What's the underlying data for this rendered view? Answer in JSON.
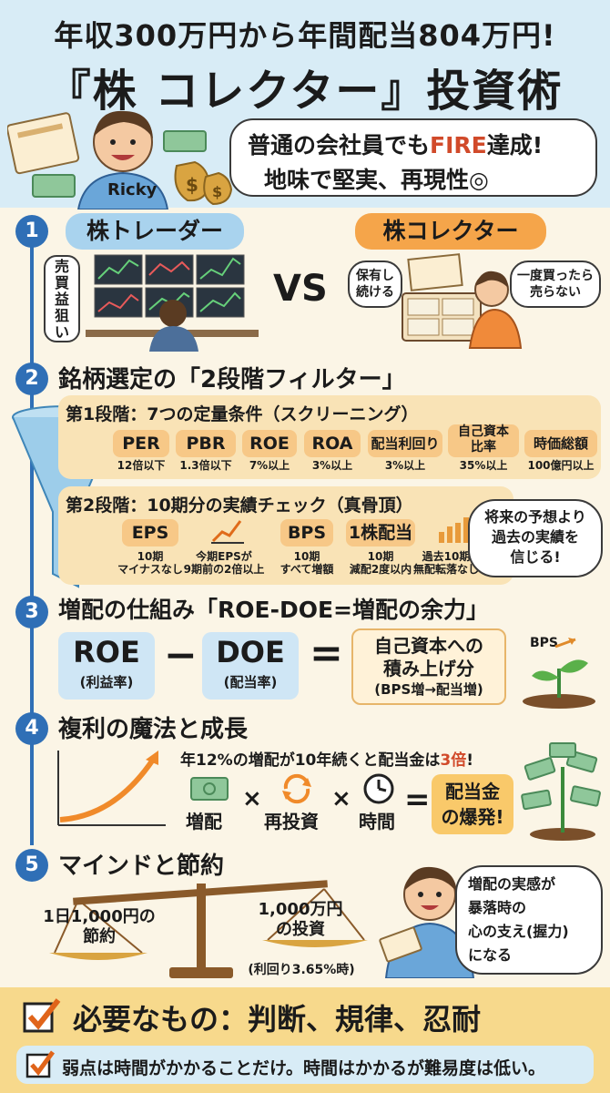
{
  "header": {
    "title_line1": "年収300万円から年間配当804万円!",
    "title_line2": "『株 コレクター』投資術",
    "character_name": "Ricky",
    "bubble_line1_a": "普通の会社員でも",
    "bubble_line1_fire": "FIRE",
    "bubble_line1_b": "達成!",
    "bubble_line2": "地味で堅実、再現性◎"
  },
  "section1": {
    "number": "1",
    "trader_label": "株トレーダー",
    "collector_label": "株コレクター",
    "vs": "VS",
    "trader_bubble": [
      "売",
      "買",
      "益",
      "狙",
      "い"
    ],
    "collector_bubble_left": [
      "保有し",
      "続ける"
    ],
    "collector_bubble_right": [
      "一度買ったら",
      "売らない"
    ]
  },
  "section2": {
    "number": "2",
    "title": "銘柄選定の「2段階フィルター」",
    "stage1_title": "第1段階：7つの定量条件（スクリーニング）",
    "stage1_items": [
      {
        "name": "PER",
        "cond": "12倍以下"
      },
      {
        "name": "PBR",
        "cond": "1.3倍以下"
      },
      {
        "name": "ROE",
        "cond": "7%以上"
      },
      {
        "name": "ROA",
        "cond": "3%以上"
      },
      {
        "name": "配当利回り",
        "cond": "3%以上"
      },
      {
        "name": "自己資本\n比率",
        "cond": "35%以上"
      },
      {
        "name": "時価総額",
        "cond": "100億円以上"
      }
    ],
    "stage2_title": "第2段階：10期分の実績チェック（真骨頂）",
    "stage2_items": [
      {
        "name": "EPS",
        "cond": "10期\nマイナスなし"
      },
      {
        "name": "",
        "cond": "今期EPSが\n9期前の2倍以上"
      },
      {
        "name": "BPS",
        "cond": "10期\nすべて増額"
      },
      {
        "name": "1株配当",
        "cond": "10期\n減配2度以内"
      },
      {
        "name": "",
        "cond": "過去10期\n無配転落なし"
      }
    ],
    "bubble": [
      "将来の予想より",
      "過去の実績を",
      "信じる!"
    ]
  },
  "section3": {
    "number": "3",
    "title": "増配の仕組み「ROE-DOE=増配の余力」",
    "roe": "ROE",
    "roe_sub": "(利益率)",
    "minus": "−",
    "doe": "DOE",
    "doe_sub": "(配当率)",
    "equals": "=",
    "result_line1": "自己資本への",
    "result_line2": "積み上げ分",
    "result_sub": "(BPS増→配当増)",
    "bps_label": "BPS"
  },
  "section4": {
    "number": "4",
    "title": "複利の魔法と成長",
    "note_a": "年12%の増配が10年続くと配当金は",
    "note_b": "3倍",
    "note_c": "!",
    "word1": "増配",
    "times1": "×",
    "word2": "再投資",
    "times2": "×",
    "word3": "時間",
    "equals": "=",
    "result_line1": "配当金",
    "result_line2": "の爆発!"
  },
  "section5": {
    "number": "5",
    "title": "マインドと節約",
    "left_line1": "1日1,000円の",
    "left_line2": "節約",
    "right_line1": "1,000万円",
    "right_line2": "の投資",
    "right_sub": "(利回り3.65%時)",
    "bubble": [
      "増配の実感が",
      "暴落時の",
      "心の支え(握力)",
      "になる"
    ]
  },
  "footer": {
    "main": "必要なもの：判断、規律、忍耐",
    "sub": "弱点は時間がかかることだけ。時間はかかるが難易度は低い。"
  },
  "colors": {
    "blue": "#2f6fb6",
    "orange": "#f5a54a",
    "chip": "#f7c887",
    "panel": "#f9e3b6",
    "lightblue": "#cfe6f5",
    "header": "#d8ecf6"
  }
}
